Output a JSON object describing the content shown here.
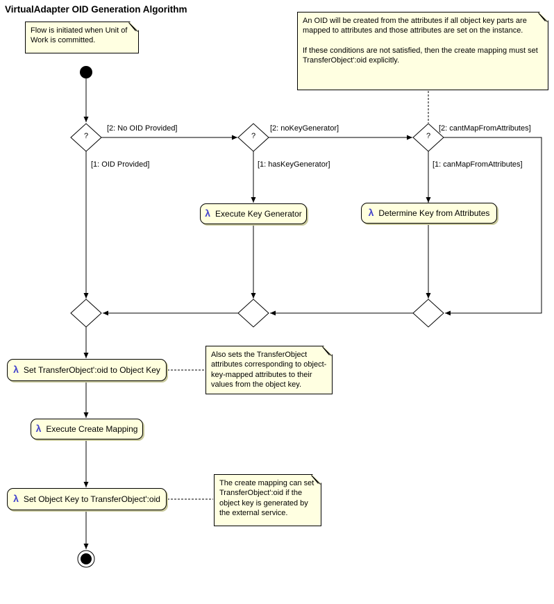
{
  "title": "VirtualAdapter OID Generation Algorithm",
  "colors": {
    "note_fill": "#FFFFE1",
    "action_fill": "#FFFFDE",
    "action_shadow": "#C9C99C",
    "lambda_color": "#4343CB",
    "line_color": "#000000"
  },
  "decision_glyph": "?",
  "lambda_glyph": "λ",
  "notes": {
    "flow_initiated": "Flow is initiated when Unit of Work is committed.",
    "oid_from_attributes_p1": "An OID will be created from the attributes if all object key parts are mapped to attributes and those attributes are set on the instance.",
    "oid_from_attributes_p2": "If these conditions are not satisfied, then the create mapping must set TransferObject':oid explicitly.",
    "also_sets": "Also sets the TransferObject attributes corresponding to object-key-mapped attributes to their values from the object key.",
    "create_mapping_can": "The create mapping can set TransferObject':oid if the object key is generated by the external service."
  },
  "actions": {
    "execute_key_generator": "Execute Key Generator",
    "determine_key_from_attributes": "Determine Key from Attributes",
    "set_oid_to_object_key": "Set TransferObject':oid to Object Key",
    "execute_create_mapping": "Execute Create Mapping",
    "set_object_key_to_oid": "Set Object Key to TransferObject':oid"
  },
  "edge_labels": {
    "no_oid_provided": "[2: No OID Provided]",
    "oid_provided": "[1: OID Provided]",
    "no_key_generator": "[2: noKeyGenerator]",
    "has_key_generator": "[1: hasKeyGenerator]",
    "cant_map_from_attributes": "[2: cantMapFromAttributes]",
    "can_map_from_attributes": "[1: canMapFromAttributes]"
  }
}
